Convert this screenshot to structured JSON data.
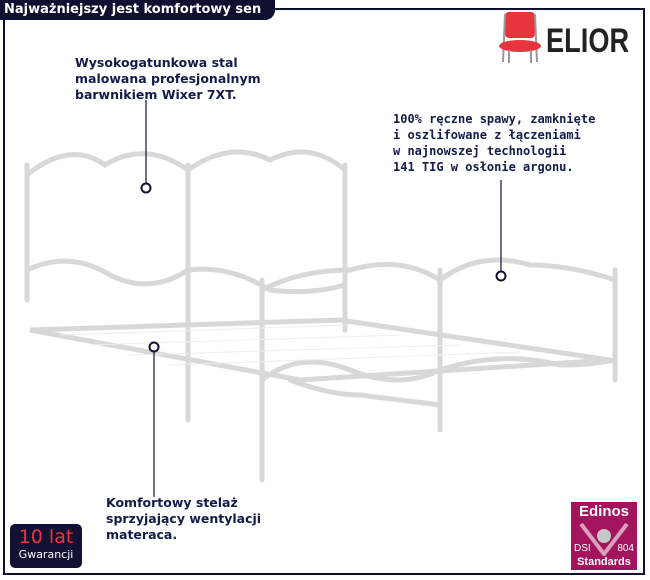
{
  "header": {
    "title": "Najważniejszy jest komfortowy sen"
  },
  "brand": {
    "name": "ELIOR",
    "chair_color": "#e8343c"
  },
  "callouts": {
    "steel": [
      "Wysokogatunkowa stal",
      "malowana profesjonalnym",
      "barwnikiem Wixer 7XT."
    ],
    "welds": [
      "100% ręczne spawy, zamknięte",
      "i oszlifowane z łączeniami",
      "w najnowszej technologii",
      "141 TIG w osłonie argonu."
    ],
    "frame": [
      "Komfortowy stelaż",
      "sprzyjający wentylacji",
      "materaca."
    ]
  },
  "warranty": {
    "years": "10 lat",
    "label": "Gwarancji"
  },
  "badge": {
    "name": "Edinos",
    "left": "DSI",
    "right": "804",
    "bottom": "Standards"
  }
}
